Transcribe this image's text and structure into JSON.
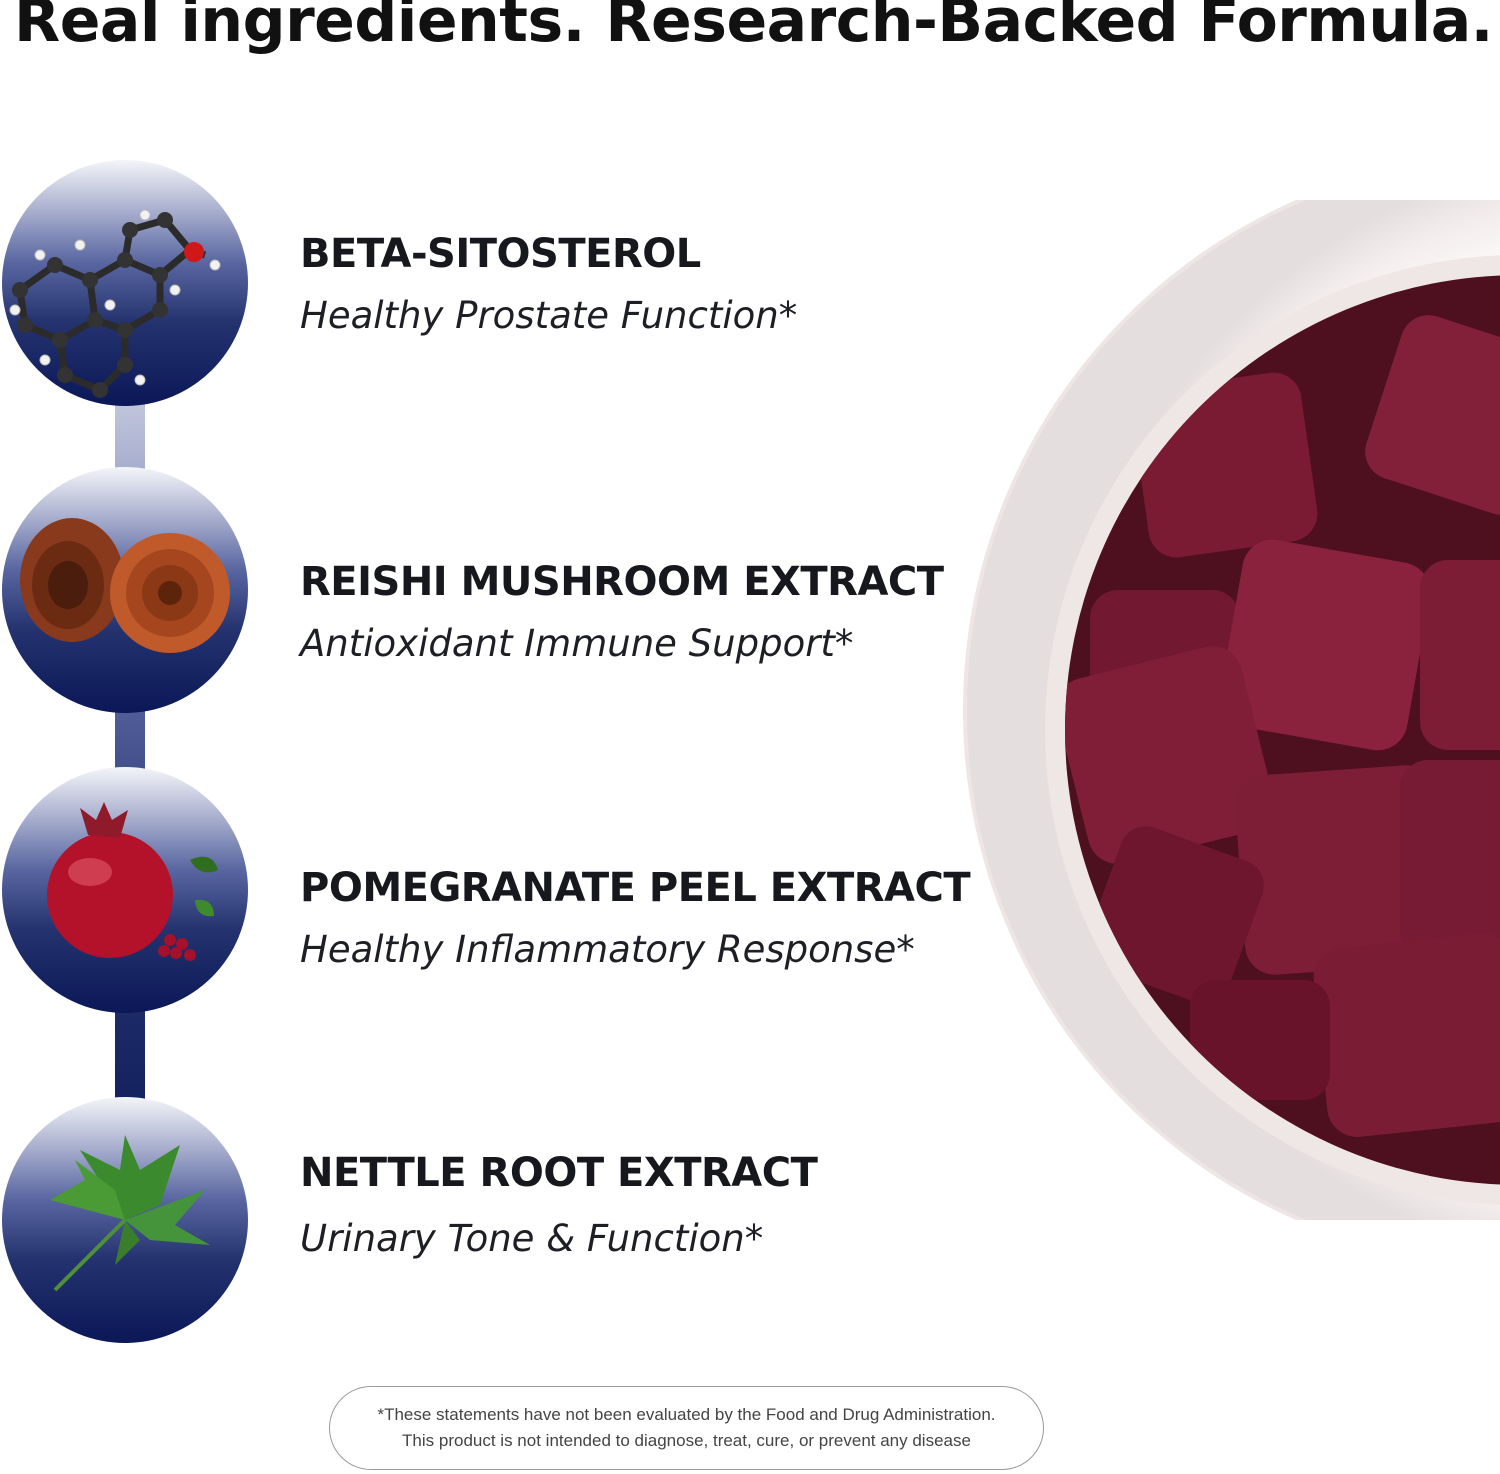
{
  "headline": "Real ingredients. Research-Backed Formula.",
  "ingredients": [
    {
      "name": "BETA-SITOSTEROL",
      "benefit": "Healthy Prostate Function*",
      "icon": "molecule-icon"
    },
    {
      "name": "REISHI MUSHROOM EXTRACT",
      "benefit": "Antioxidant Immune Support*",
      "icon": "reishi-mushroom-icon"
    },
    {
      "name": "POMEGRANATE PEEL EXTRACT",
      "benefit": "Healthy Inflammatory Response*",
      "icon": "pomegranate-icon"
    },
    {
      "name": "NETTLE ROOT EXTRACT",
      "benefit": "Urinary Tone & Function*",
      "icon": "nettle-leaf-icon"
    }
  ],
  "disclaimer": {
    "line1": "*These statements have not been evaluated by the Food and Drug Administration.",
    "line2": "This product is not intended to diagnose, treat, cure, or prevent any disease"
  },
  "colors": {
    "chain_top": "#eef0f6",
    "chain_bottom": "#0d1a5c",
    "gummy": "#7b1c33",
    "text": "#15171c"
  }
}
